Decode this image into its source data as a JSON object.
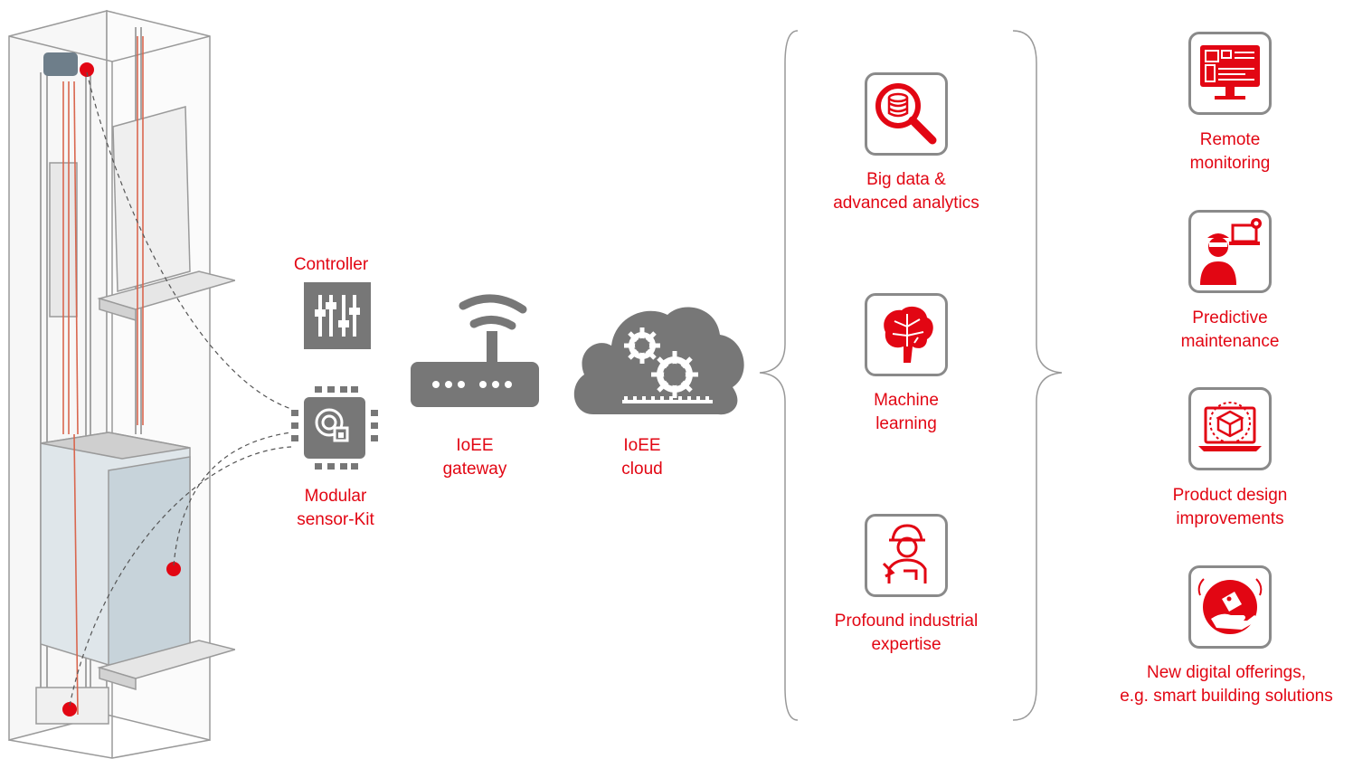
{
  "colors": {
    "accent": "#e20613",
    "grey": "#777777",
    "outline": "#8a8a8a"
  },
  "hardware": {
    "controller_label": "Controller",
    "sensor_label": [
      "Modular",
      "sensor-Kit"
    ],
    "gateway_label": [
      "IoEE",
      "gateway"
    ],
    "cloud_label": [
      "IoEE",
      "cloud"
    ]
  },
  "capabilities": [
    {
      "icon": "big-data-search-icon",
      "label": [
        "Big data &",
        "advanced analytics"
      ]
    },
    {
      "icon": "machine-learning-brain-icon",
      "label": [
        "Machine",
        "learning"
      ]
    },
    {
      "icon": "industrial-expert-icon",
      "label": [
        "Profound industrial",
        "expertise"
      ]
    }
  ],
  "outcomes": [
    {
      "icon": "remote-monitoring-icon",
      "label": [
        "Remote",
        "monitoring"
      ]
    },
    {
      "icon": "predictive-maintenance-icon",
      "label": [
        "Predictive",
        "maintenance"
      ]
    },
    {
      "icon": "product-design-icon",
      "label": [
        "Product design",
        "improvements"
      ]
    },
    {
      "icon": "digital-offerings-icon",
      "label": [
        "New digital offerings,",
        "e.g. smart building solutions"
      ]
    }
  ]
}
